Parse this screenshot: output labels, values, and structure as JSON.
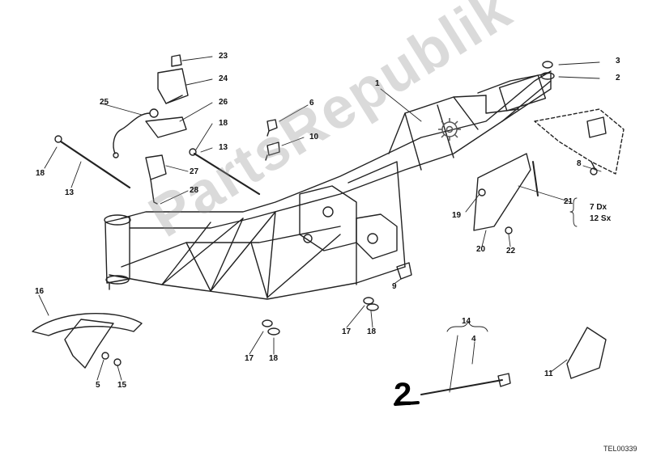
{
  "callouts": {
    "c1": "1",
    "c2": "2",
    "c3": "3",
    "c4": "4",
    "c5": "5",
    "c6": "6",
    "c7": "7 Dx",
    "c12": "12 Sx",
    "c8": "8",
    "c9": "9",
    "c10": "10",
    "c11": "11",
    "c13a": "13",
    "c13b": "13",
    "c14": "14",
    "c15": "15",
    "c16": "16",
    "c17a": "17",
    "c17b": "17",
    "c18a": "18",
    "c18b": "18",
    "c18c": "18",
    "c18d": "18",
    "c19": "19",
    "c20": "20",
    "c21": "21",
    "c22": "22",
    "c23": "23",
    "c24": "24",
    "c25": "25",
    "c26": "26",
    "c27": "27",
    "c28": "28"
  },
  "handwritten": "2",
  "reference_code": "TEL00339",
  "watermark": "PartsRepublik",
  "colors": {
    "line": "#222222",
    "watermark": "#969696",
    "background": "#ffffff"
  }
}
